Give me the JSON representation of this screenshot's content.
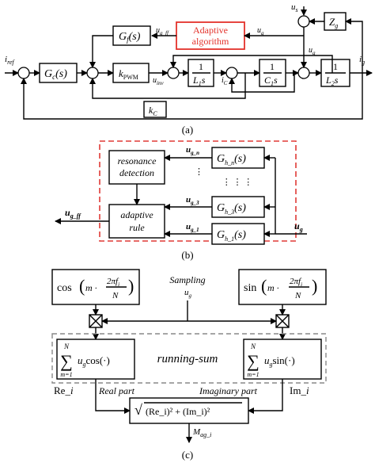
{
  "colors": {
    "accent_red": "#e3322b",
    "dash_gray": "#888888",
    "ink": "#000000"
  },
  "panel_a": {
    "caption": "(a)",
    "labels": {
      "i_ref": "i",
      "i_ref_sub": "ref",
      "Gc": "G",
      "Gc_sub": "c",
      "Gc_arg": "(s)",
      "Gf": "G",
      "Gf_sub": "f",
      "Gf_arg": "(s)",
      "kpwm": "k",
      "kpwm_sub": "PWM",
      "uinv": "u",
      "uinv_sub": "inv",
      "ugff": "u",
      "ugff_sub": "g_ff",
      "adaptive_line1": "Adaptive",
      "adaptive_line2": "algorithm",
      "ug_top": "u",
      "ug_top_sub": "g",
      "us": "u",
      "us_sub": "s",
      "Zg": "Z",
      "Zg_sub": "g",
      "ug_mid": "u",
      "ug_mid_sub": "g",
      "L1_num": "1",
      "L1_den": "L",
      "L1_den_sub": "1",
      "L1_den_s": "s",
      "iC": "i",
      "iC_sub": "C",
      "C1_num": "1",
      "C1_den": "C",
      "C1_den_sub": "1",
      "C1_den_s": "s",
      "L2_num": "1",
      "L2_den": "L",
      "L2_den_sub": "2",
      "L2_den_s": "s",
      "ig": "i",
      "ig_sub": "g",
      "kC": "k",
      "kC_sub": "C"
    }
  },
  "panel_b": {
    "caption": "(b)",
    "resonance_line1": "resonance",
    "resonance_line2": "detection",
    "adaptive_rule_line1": "adaptive",
    "adaptive_rule_line2": "rule",
    "ugff": "u",
    "ugff_sub": "g_ff",
    "ug_in": "u",
    "ug_in_sub": "g",
    "ug_n": "u",
    "ug_n_sub": "g_n",
    "ug_3": "u",
    "ug_3_sub": "g_3",
    "ug_1": "u",
    "ug_1_sub": "g_1",
    "Ghn": "G",
    "Ghn_sub": "h_n",
    "Ghn_arg": "(s)",
    "Gh3": "G",
    "Gh3_sub": "h_3",
    "Gh3_arg": "(s)",
    "Gh1": "G",
    "Gh1_sub": "h_1",
    "Gh1_arg": "(s)"
  },
  "panel_c": {
    "caption": "(c)",
    "cos_fn": "cos",
    "sin_fn": "sin",
    "m_dot": "m ·",
    "frac_num": "2πf",
    "frac_num_sub": "i",
    "frac_den": "N",
    "sampling_line1": "Sampling",
    "sampling_line2": "u",
    "sampling_sub": "g",
    "running_sum": "running-sum",
    "sum_top": "N",
    "sum_bot": "m=1",
    "sum_cos_term": "u",
    "sum_cos_sub": "g",
    "sum_cos_fn": "cos(·)",
    "sum_sin_term": "u",
    "sum_sin_sub": "g",
    "sum_sin_fn": "sin(·)",
    "re_label": "Re_",
    "re_i": "i",
    "real_part": "Real part",
    "imag_part": "Imaginary part",
    "im_label": "Im_",
    "im_i": "i",
    "sqrt_expr": "(Re_i)² + (Im_i)²",
    "mag": "M",
    "mag_sub": "ag_i"
  }
}
